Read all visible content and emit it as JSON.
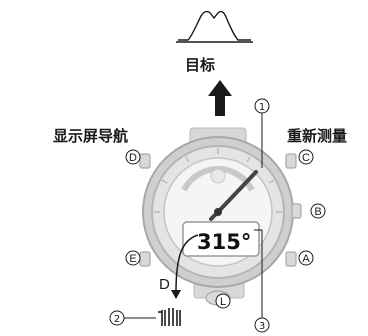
{
  "labels": {
    "target": "目标",
    "display_navigation": "显示屏导航",
    "re_measure": "重新测量",
    "digital_readout": "315°",
    "d_label": "D"
  },
  "buttons": {
    "top_left": "D",
    "top_right": "C",
    "mid_right": "B",
    "lower_left": "E",
    "lower_right": "A",
    "bottom": "L"
  },
  "callouts": {
    "hand": "1",
    "indicator": "2",
    "display": "3"
  },
  "colors": {
    "line": "#1a1a1a",
    "case": "#c8c8c8",
    "case_dark": "#9e9e9e",
    "hand": "#444444"
  }
}
